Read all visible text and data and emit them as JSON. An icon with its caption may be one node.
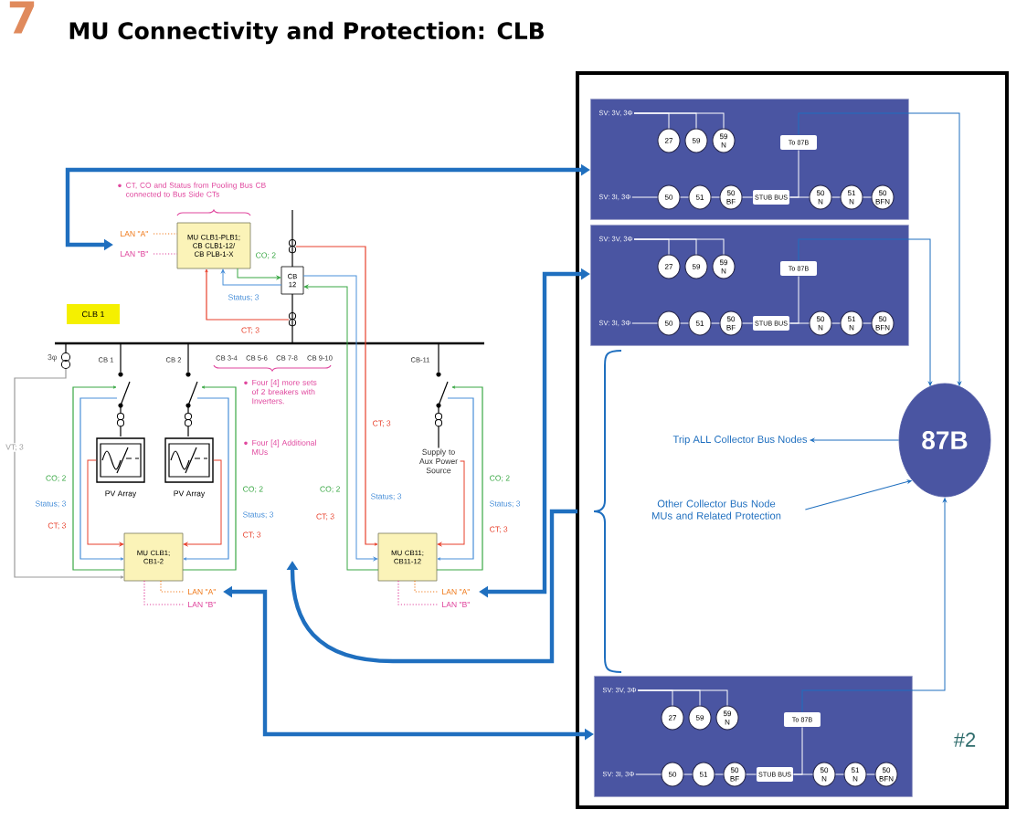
{
  "diagram": {
    "title": "MU Connectivity and Protection: CLB",
    "nodes": [
      {
        "text": [
          "MU CLB1-PLB1; CB CLB1-12/ CB PLB-1-X"
        ],
        "beside": [
          "LAN \"A\"",
          "LAN \"B\""
        ]
      },
      {
        "text": [
          "CB 12"
        ]
      },
      {
        "text": [
          "CLB 1"
        ]
      },
      {
        "text": [
          "PV Array"
        ]
      },
      {
        "text": [
          "PV Array"
        ]
      },
      {
        "text": [
          "MU CLB1; CB1-2"
        ],
        "beside": [
          "LAN \"A\"",
          "LAN \"B\""
        ]
      },
      {
        "text": [
          "MU CB11; CB11-12"
        ],
        "beside": [
          "LAN \"A\"",
          "LAN \"B\""
        ]
      },
      {
        "text": [
          "#2"
        ]
      },
      {
        "text": [],
        "shape": "box",
        "in": 7
      },
      {
        "text": [
          "SV: 3V, 3Φ"
        ],
        "in": 8
      },
      {
        "text": [
          "27"
        ],
        "in": 8
      },
      {
        "text": [
          "59"
        ],
        "in": 8
      },
      {
        "text": [
          "59 N"
        ],
        "in": 8
      },
      {
        "text": [
          "To 87B"
        ],
        "in": 8
      },
      {
        "text": [
          "SV: 3I, 3Φ"
        ],
        "in": 8
      },
      {
        "text": [
          "50"
        ],
        "in": 8
      },
      {
        "text": [
          "51"
        ],
        "in": 8
      },
      {
        "text": [
          "50 BF"
        ],
        "in": 8
      },
      {
        "text": [
          "STUB BUS"
        ],
        "in": 8
      },
      {
        "text": [
          "50 N"
        ],
        "in": 8
      },
      {
        "text": [
          "51 N"
        ],
        "in": 8
      },
      {
        "text": [
          "50 BFN"
        ],
        "in": 8
      },
      {
        "text": [],
        "shape": "box",
        "in": 7
      },
      {
        "text": [
          "SV: 3V, 3Φ"
        ],
        "in": 22
      },
      {
        "text": [
          "27"
        ],
        "in": 22
      },
      {
        "text": [
          "59"
        ],
        "in": 22
      },
      {
        "text": [
          "59 N"
        ],
        "in": 22
      },
      {
        "text": [
          "To 87B"
        ],
        "in": 22
      },
      {
        "text": [
          "SV: 3I, 3Φ"
        ],
        "in": 22
      },
      {
        "text": [
          "50"
        ],
        "in": 22
      },
      {
        "text": [
          "51"
        ],
        "in": 22
      },
      {
        "text": [
          "50 BF"
        ],
        "in": 22
      },
      {
        "text": [
          "STUB BUS"
        ],
        "in": 22
      },
      {
        "text": [
          "50 N"
        ],
        "in": 22
      },
      {
        "text": [
          "51 N"
        ],
        "in": 22
      },
      {
        "text": [
          "50 BFN"
        ],
        "in": 22
      },
      {
        "text": [
          "87B"
        ],
        "in": 7
      },
      {
        "text": [
          "Trip ALL Collector Bus Nodes"
        ],
        "in": 7
      },
      {
        "text": [
          "Other Collector Bus Node MUs and Related Protection"
        ],
        "in": 7
      },
      {
        "text": [],
        "shape": "box",
        "in": 7
      },
      {
        "text": [
          "SV: 3V, 3Φ"
        ],
        "in": 39
      },
      {
        "text": [
          "27"
        ],
        "in": 39
      },
      {
        "text": [
          "59"
        ],
        "in": 39
      },
      {
        "text": [
          "59 N"
        ],
        "in": 39
      },
      {
        "text": [
          "To 87B"
        ],
        "in": 39
      },
      {
        "text": [
          "SV: 3I, 3Φ"
        ],
        "in": 39
      },
      {
        "text": [
          "50"
        ],
        "in": 39
      },
      {
        "text": [
          "51"
        ],
        "in": 39
      },
      {
        "text": [
          "50 BF"
        ],
        "in": 39
      },
      {
        "text": [
          "STUB BUS"
        ],
        "in": 39
      },
      {
        "text": [
          "50 N"
        ],
        "in": 39
      },
      {
        "text": [
          "51 N"
        ],
        "in": 39
      },
      {
        "text": [
          "50 BFN"
        ],
        "in": 39
      },
      {
        "text": [
          "Supply to Aux Power Source"
        ]
      }
    ],
    "edges": [
      {
        "from": 9,
        "to": 10,
        "arrow": "none"
      },
      {
        "from": 9,
        "to": 11,
        "arrow": "none"
      },
      {
        "from": 9,
        "to": 12,
        "arrow": "none"
      },
      {
        "from": 14,
        "to": 15,
        "arrow": "none"
      },
      {
        "from": 15,
        "to": 16,
        "arrow": "none"
      },
      {
        "from": 16,
        "to": 17,
        "arrow": "none"
      },
      {
        "from": 17,
        "to": 18,
        "arrow": "none"
      },
      {
        "from": 18,
        "to": 19,
        "arrow": "none"
      },
      {
        "from": 19,
        "to": 20,
        "arrow": "none"
      },
      {
        "from": 20,
        "to": 21,
        "arrow": "none"
      },
      {
        "from": 18,
        "to": 13,
        "arrow": "none"
      },
      {
        "from": 13,
        "to": 36,
        "arrow": "to",
        "color": "#1f6fbf"
      },
      {
        "from": 23,
        "to": 24,
        "arrow": "none"
      },
      {
        "from": 23,
        "to": 25,
        "arrow": "none"
      },
      {
        "from": 23,
        "to": 26,
        "arrow": "none"
      },
      {
        "from": 28,
        "to": 29,
        "arrow": "none"
      },
      {
        "from": 29,
        "to": 30,
        "arrow": "none"
      },
      {
        "from": 30,
        "to": 31,
        "arrow": "none"
      },
      {
        "from": 31,
        "to": 32,
        "arrow": "none"
      },
      {
        "from": 32,
        "to": 33,
        "arrow": "none"
      },
      {
        "from": 33,
        "to": 34,
        "arrow": "none"
      },
      {
        "from": 34,
        "to": 35,
        "arrow": "none"
      },
      {
        "from": 32,
        "to": 27,
        "arrow": "none"
      },
      {
        "from": 27,
        "to": 36,
        "arrow": "to",
        "color": "#1f6fbf"
      },
      {
        "from": 40,
        "to": 41,
        "arrow": "none"
      },
      {
        "from": 40,
        "to": 42,
        "arrow": "none"
      },
      {
        "from": 40,
        "to": 43,
        "arrow": "none"
      },
      {
        "from": 45,
        "to": 46,
        "arrow": "none"
      },
      {
        "from": 46,
        "to": 47,
        "arrow": "none"
      },
      {
        "from": 47,
        "to": 48,
        "arrow": "none"
      },
      {
        "from": 48,
        "to": 49,
        "arrow": "none"
      },
      {
        "from": 49,
        "to": 50,
        "arrow": "none"
      },
      {
        "from": 50,
        "to": 51,
        "arrow": "none"
      },
      {
        "from": 51,
        "to": 52,
        "arrow": "none"
      },
      {
        "from": 49,
        "to": 44,
        "arrow": "none"
      },
      {
        "from": 44,
        "to": 36,
        "arrow": "to",
        "color": "#1f6fbf"
      },
      {
        "from": 36,
        "to": 37,
        "arrow": "to",
        "color": "#1f6fbf"
      },
      {
        "from": 38,
        "to": 36,
        "arrow": "to",
        "color": "#1f6fbf"
      },
      {
        "from": 0,
        "to": 8,
        "arrow": "both",
        "style": "thick",
        "color": "#1f6fbf"
      },
      {
        "from": 22,
        "to": 6,
        "arrow": "both",
        "style": "thick",
        "color": "#1f6fbf"
      },
      {
        "from": 5,
        "to": 39,
        "arrow": "both",
        "style": "thick",
        "color": "#1f6fbf"
      },
      {
        "from": 7,
        "to": null,
        "arrow": "to",
        "style": "thick",
        "color": "#1f6fbf"
      },
      {
        "from": 0,
        "to": 1,
        "arrow": "to",
        "color": "#3aa845"
      },
      {
        "from": 1,
        "to": 0,
        "arrow": "to",
        "color": "#4a90d9"
      },
      {
        "from": 6,
        "to": 1,
        "arrow": "to",
        "color": "#3aa845"
      },
      {
        "from": 1,
        "to": 6,
        "arrow": "to",
        "color": "#4a90d9"
      },
      {
        "from": 3,
        "to": 5,
        "arrow": "to",
        "color": "#e8412c"
      },
      {
        "from": 4,
        "to": 5,
        "arrow": "to",
        "color": "#e8412c"
      },
      {
        "from": 53,
        "to": 6,
        "arrow": "to",
        "color": "#e8412c"
      }
    ],
    "labels": [
      "7",
      "CT, CO and Status from Pooling Bus CB connected to Bus Side CTs",
      "CO; 2",
      "Status; 3",
      "CT; 3",
      "3φ",
      "CB 1",
      "CB 2",
      "CB 3-4",
      "CB 5-6",
      "CB 7-8",
      "CB 9-10",
      "CB-11",
      "Four [4] more sets of 2 breakers with Inverters.",
      "CT; 3",
      "Four [4] Additional MUs",
      "VT; 3",
      "CO; 2",
      "CO; 2",
      "CO; 2",
      "CO; 2",
      "Status; 3",
      "Status; 3",
      "Status; 3",
      "Status; 3",
      "CT; 3",
      "CT; 3",
      "CT; 3",
      "CT; 3"
    ]
  }
}
